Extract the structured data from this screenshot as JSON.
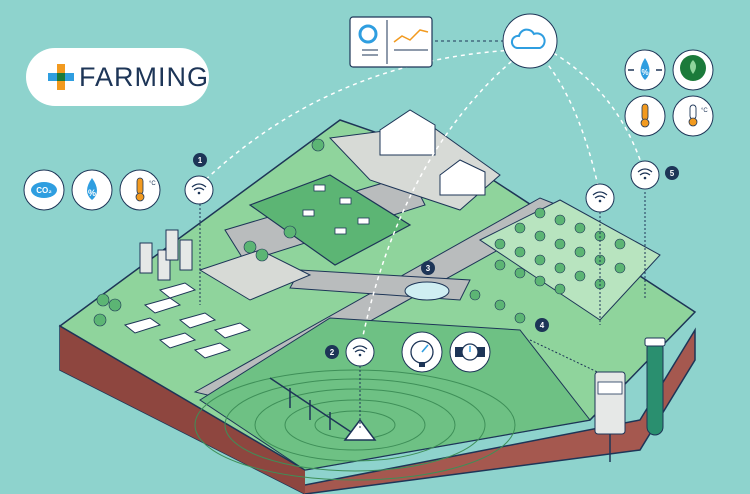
{
  "logo": {
    "text": "FARMING"
  },
  "icons": {
    "co2_label": "CO₂",
    "humidity_label": "%",
    "temp_unit": "°C",
    "rain_label": "%"
  },
  "markers": [
    "1",
    "2",
    "3",
    "4",
    "5"
  ],
  "colors": {
    "background": "#8ed3cd",
    "grass": "#8fd49c",
    "dark_field": "#5cb574",
    "soil": "#a5584f",
    "road": "#b9bcbd",
    "navy_outline": "#1d3557"
  }
}
